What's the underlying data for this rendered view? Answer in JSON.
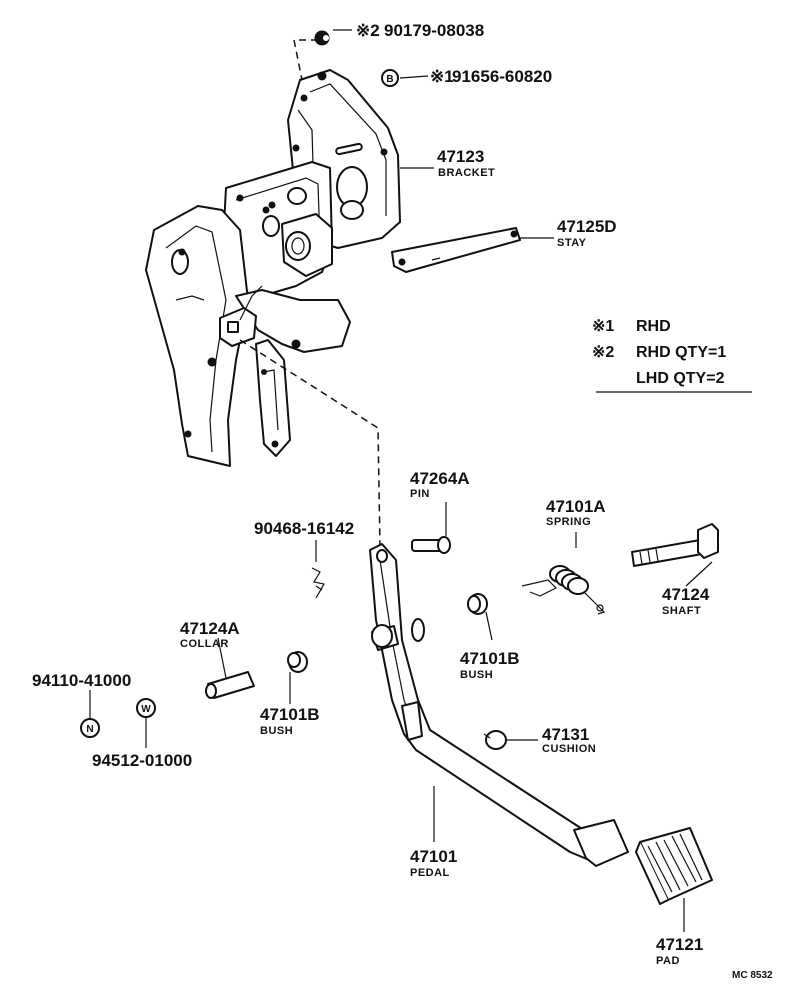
{
  "callouts": {
    "nut": "90179-08038",
    "nut_mark": "※2",
    "clip": "91656-60820",
    "clip_mark": "※1",
    "bracket_no": "47123",
    "bracket_name": "BRACKET",
    "stay_no": "47125D",
    "stay_name": "STAY",
    "pin_no": "47264A",
    "pin_name": "PIN",
    "spring_no": "47101A",
    "spring_name": "SPRING",
    "shaft_no": "47124",
    "shaft_name": "SHAFT",
    "cotter_no": "90468-16142",
    "collar_no": "47124A",
    "collar_name": "COLLAR",
    "bush_right_no": "47101B",
    "bush_right_name": "BUSH",
    "bush_left_no": "47101B",
    "bush_left_name": "BUSH",
    "n_nut_no": "94110-41000",
    "washer_no": "94512-01000",
    "cushion_no": "47131",
    "cushion_name": "CUSHION",
    "pedal_no": "47101",
    "pedal_name": "PEDAL",
    "pad_no": "47121",
    "pad_name": "PAD"
  },
  "notes": {
    "n1_mark": "※1",
    "n1_text": "RHD",
    "n2_mark": "※2",
    "n2_text": "RHD QTY=1",
    "n3_text": "LHD QTY=2"
  },
  "symbols": {
    "n_letter": "N",
    "w_letter": "W",
    "b_letter": "B"
  },
  "footer": {
    "code": "MC 8532"
  }
}
